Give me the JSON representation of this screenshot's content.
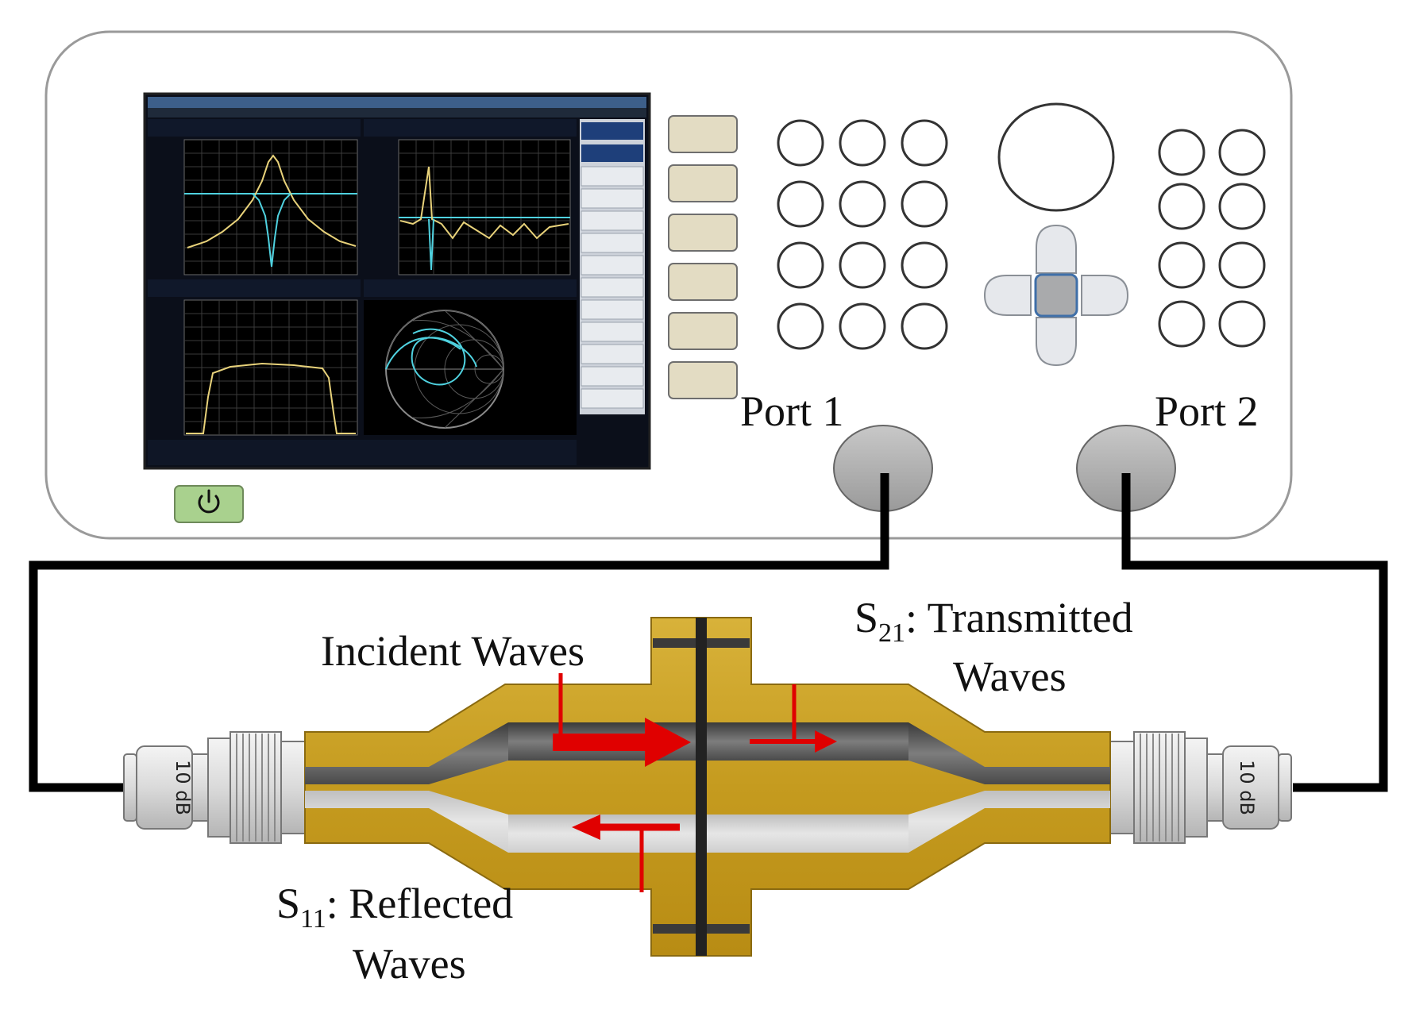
{
  "labels": {
    "port1": "Port 1",
    "port2": "Port 2",
    "incident": "Incident Waves",
    "s21_main": "S",
    "s21_sub": "21",
    "s21_text": ": Transmitted",
    "s21_text2": "Waves",
    "s11_main": "S",
    "s11_sub": "11",
    "s11_text": ": Reflected",
    "s11_text2": "Waves",
    "attenuator_left": "10 dB",
    "attenuator_right": "10 dB"
  },
  "colors": {
    "panel_border": "#9a9a9a",
    "softkey_fill": "#e3dcc3",
    "power_button": "#a9d18e",
    "port_fill": "#b8b8b8",
    "waveguide_gold": "#c9a227",
    "arrow_red": "#e00000",
    "trace_yellow": "#e8d27a",
    "trace_cyan": "#4fd2e0"
  },
  "icons": {
    "power": "power-icon"
  }
}
